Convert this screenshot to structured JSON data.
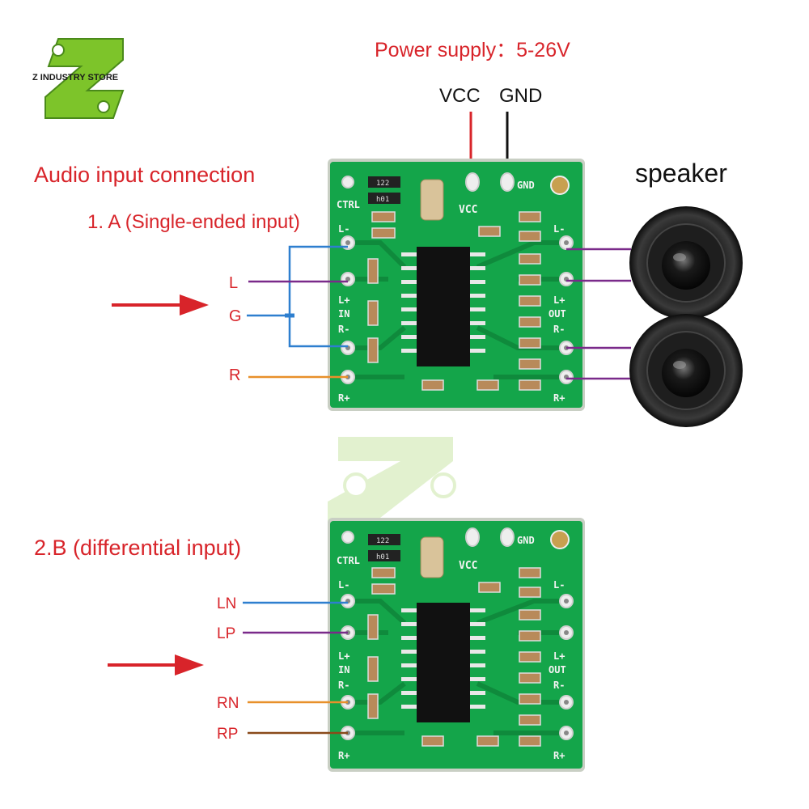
{
  "logo": {
    "text": "Z INDUSTRY STORE"
  },
  "power": {
    "label": "Power supply：5-26V",
    "vcc": "VCC",
    "gnd": "GND"
  },
  "section_a": {
    "title": "Audio input connection",
    "subtitle": "1. A (Single-ended input)",
    "wires": {
      "l": "L",
      "g": "G",
      "r": "R"
    }
  },
  "speaker": {
    "label": "speaker"
  },
  "section_b": {
    "title": "2.B (differential input)",
    "wires": {
      "ln": "LN",
      "lp": "LP",
      "rn": "RN",
      "rp": "RP"
    }
  },
  "board": {
    "ctrl": "CTRL",
    "l_minus": "L-",
    "l_plus": "L+",
    "in": "IN",
    "r_minus": "R-",
    "r_plus": "R+",
    "out": "OUT",
    "vcc": "VCC",
    "gnd": "GND",
    "res_a": "122",
    "res_b": "h01"
  },
  "colors": {
    "label_red": "#d8242a",
    "pcb_green": "#14a54a",
    "wire_blue": "#2e7fcf",
    "wire_purple": "#7a2a8a",
    "wire_orange": "#e8902a",
    "wire_brown": "#8a4a1a"
  }
}
